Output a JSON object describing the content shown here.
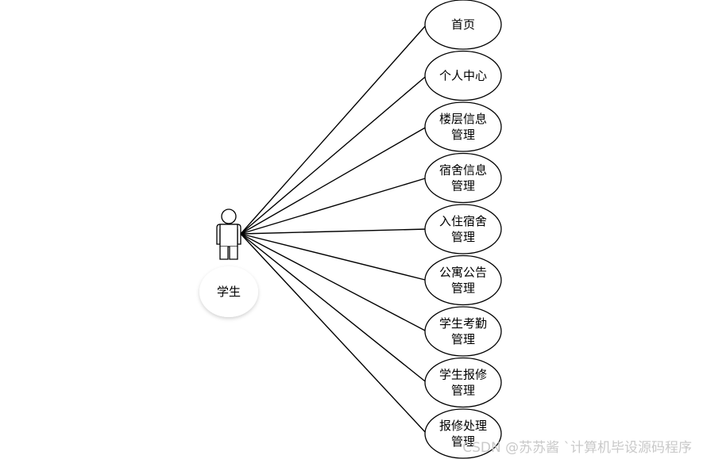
{
  "actor": {
    "label": "学生"
  },
  "use_cases": [
    {
      "lines": [
        "首页"
      ]
    },
    {
      "lines": [
        "个人中心"
      ]
    },
    {
      "lines": [
        "楼层信息",
        "管理"
      ]
    },
    {
      "lines": [
        "宿舍信息",
        "管理"
      ]
    },
    {
      "lines": [
        "入住宿舍",
        "管理"
      ]
    },
    {
      "lines": [
        "公寓公告",
        "管理"
      ]
    },
    {
      "lines": [
        "学生考勤",
        "管理"
      ]
    },
    {
      "lines": [
        "学生报修",
        "管理"
      ]
    },
    {
      "lines": [
        "报修处理",
        "管理"
      ]
    }
  ],
  "watermark": "CSDN @苏苏酱 `计算机毕设源码程序",
  "colors": {
    "stroke": "#000000",
    "watermark": "#c9c9c9",
    "actor_label_bg": "#ffffff"
  }
}
